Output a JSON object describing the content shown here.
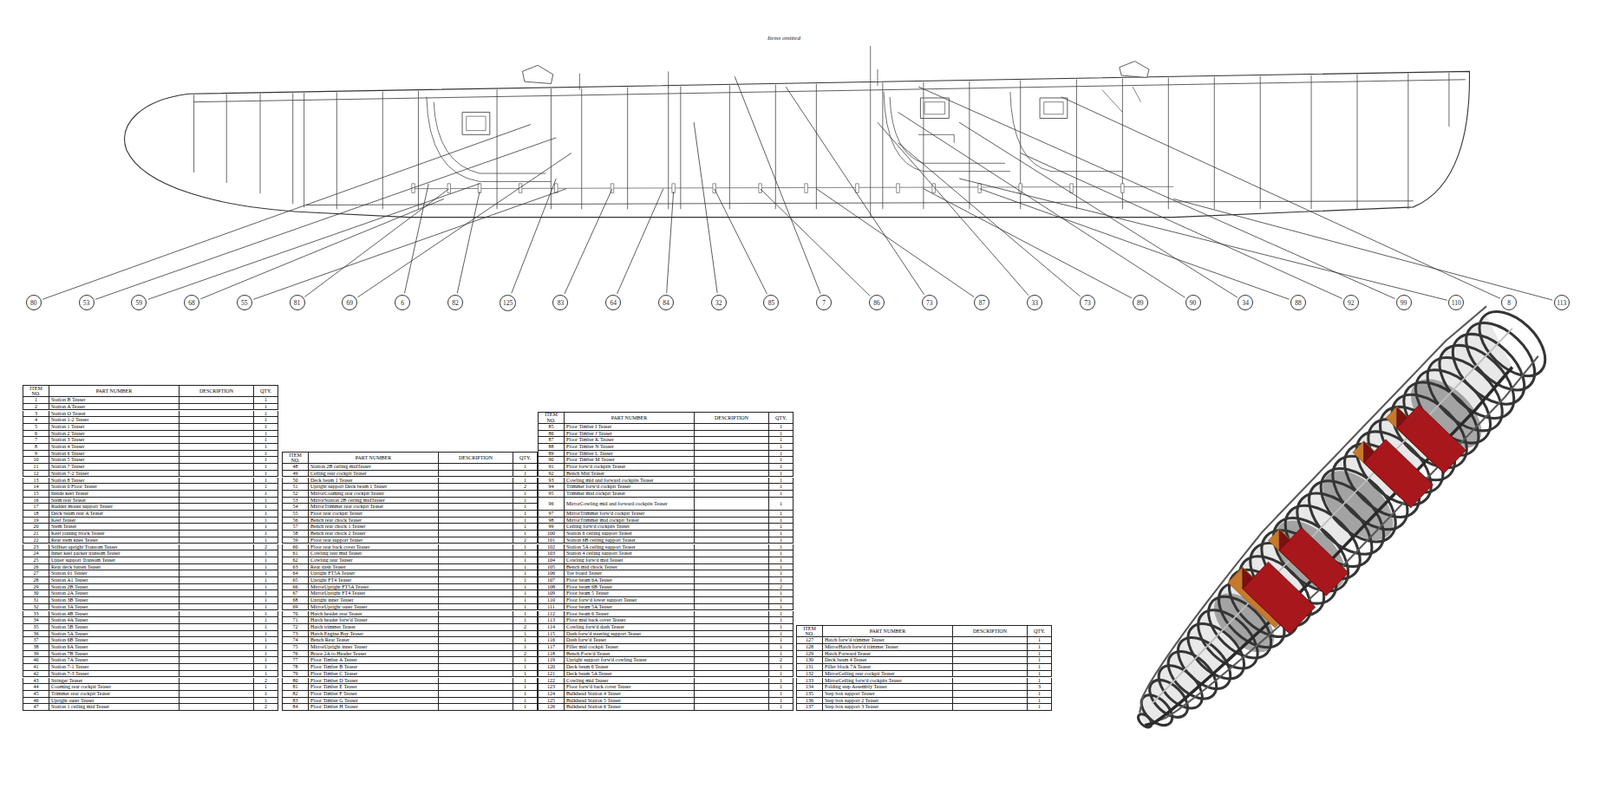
{
  "diagram": {
    "nodes": [
      {
        "text": [
          "80"
        ]
      },
      {
        "text": [
          "53"
        ]
      },
      {
        "text": [
          "59"
        ]
      },
      {
        "text": [
          "68"
        ]
      },
      {
        "text": [
          "55"
        ]
      },
      {
        "text": [
          "81"
        ]
      },
      {
        "text": [
          "69"
        ]
      },
      {
        "text": [
          "6"
        ]
      },
      {
        "text": [
          "82"
        ]
      },
      {
        "text": [
          "125"
        ]
      },
      {
        "text": [
          "83"
        ]
      },
      {
        "text": [
          "64"
        ]
      },
      {
        "text": [
          "84"
        ]
      },
      {
        "text": [
          "32"
        ]
      },
      {
        "text": [
          "85"
        ]
      },
      {
        "text": [
          "7"
        ]
      },
      {
        "text": [
          "86"
        ]
      },
      {
        "text": [
          "73"
        ]
      },
      {
        "text": [
          "87"
        ]
      },
      {
        "text": [
          "33"
        ]
      },
      {
        "text": [
          "73"
        ]
      },
      {
        "text": [
          "89"
        ]
      },
      {
        "text": [
          "90"
        ]
      },
      {
        "text": [
          "34"
        ]
      },
      {
        "text": [
          "88"
        ]
      },
      {
        "text": [
          "92"
        ]
      },
      {
        "text": [
          "99"
        ]
      },
      {
        "text": [
          "110"
        ]
      },
      {
        "text": [
          "8"
        ]
      },
      {
        "text": [
          "113"
        ]
      }
    ],
    "labels": [
      "Items omitted",
      "ITEM NO.",
      "PART NUMBER",
      "DESCRIPTION",
      "QTY.",
      "1",
      "Station B Teaser",
      "1",
      "2",
      "Station A Teaser",
      "1",
      "3",
      "Station O Teaser",
      "1",
      "4",
      "Station 1-2 Teaser",
      "1",
      "5",
      "Station 1 Teaser",
      "1",
      "6",
      "Station 2 Teaser",
      "1",
      "7",
      "Station 3 Teaser",
      "1",
      "8",
      "Station 4 Teaser",
      "1",
      "9",
      "Station 6 Teaser",
      "1",
      "10",
      "Station 5 Teaser",
      "1",
      "11",
      "Station 7 Teaser",
      "1",
      "12",
      "Station 7-2 Teaser",
      "1",
      "13",
      "Station 8 Teaser",
      "1",
      "14",
      "Station 0 Floor Teaser",
      "1",
      "15",
      "Inside keel Teaser",
      "1",
      "16",
      "Stem rear Teaser",
      "1",
      "17",
      "Rudder mount support Teaser",
      "1",
      "18",
      "Deck beam rear A Teaser",
      "1",
      "19",
      "Keel Teaser",
      "1",
      "20",
      "Stem Teaser",
      "1",
      "21",
      "Keel joining block Teaser",
      "1",
      "22",
      "Rear stem knee Teaser",
      "1",
      "23",
      "Stiffner upright Transom Teaser",
      "2",
      "24",
      "Inner keel packer transom Teaser",
      "1",
      "25",
      "Upper support Transom Teaser",
      "1",
      "26",
      "Rear deck batten Teaser",
      "1",
      "27",
      "Station 01 Teaser",
      "1",
      "28",
      "Station A1 Teaser",
      "1",
      "29",
      "Station 2B Teaser",
      "1",
      "30",
      "Station 2A Teaser",
      "1",
      "31",
      "Station 3B Teaser",
      "1",
      "32",
      "Station 3A Teaser",
      "1",
      "33",
      "Station 4B Teaser",
      "1",
      "34",
      "Station 4A Teaser",
      "1",
      "35",
      "Station 5B Teaser",
      "1",
      "36",
      "Station 5A Teaser",
      "1",
      "37",
      "Station 6B Teaser",
      "1",
      "38",
      "Station 6A Teaser",
      "1",
      "39",
      "Station 7B Teaser",
      "1",
      "40",
      "Station 7A Teaser",
      "1",
      "41",
      "Station 7-1 Teaser",
      "1",
      "42",
      "Station 7-3 Teaser",
      "1",
      "43",
      "Stringer Teaser",
      "2",
      "44",
      "Coaming rear cockpit Teaser",
      "1",
      "45",
      "Trimmer rear cockpit Teaser",
      "1",
      "46",
      "Upright outer Teaser",
      "1",
      "47",
      "Station 1 ceiling mid Teaser",
      "2",
      "ITEM NO.",
      "PART NUMBER",
      "DESCRIPTION",
      "QTY.",
      "48",
      "Station 2B ceiling midTeaser",
      "1",
      "49",
      "Ceiling rear cockpit Teaser",
      "1",
      "50",
      "Deck beam 1 Teaser",
      "1",
      "51",
      "Upright support Deck beam 1 Teaser",
      "2",
      "52",
      "MirrorCoaming rear cockpit Teaser",
      "1",
      "53",
      "MirrorStation 2B ceiling midTeaser",
      "1",
      "54",
      "MirrorTrimmer rear cockpit Teaser",
      "1",
      "55",
      "Floor rear cockpit Teaser",
      "1",
      "56",
      "Bench rear chock Teaser",
      "1",
      "57",
      "Bench rear chock 1 Teaser",
      "1",
      "58",
      "Bench rear chock 2 Teaser",
      "1",
      "59",
      "Floor rear support Teaser",
      "2",
      "60",
      "Floor rear back cover Teaser",
      "1",
      "61",
      "Cowling rear mid Teaser",
      "1",
      "62",
      "Cowling rear Teaser",
      "1",
      "63",
      "Rear dash Teaser",
      "1",
      "64",
      "Upright FT5A Teaser",
      "1",
      "65",
      "Upright FT4 Teaser",
      "1",
      "66",
      "MirrorUpright FT5A Teaser",
      "1",
      "67",
      "MirrorUpright FT4 Teaser",
      "1",
      "68",
      "Upright inner Teaser",
      "1",
      "69",
      "MirrorUpright outer Teaser",
      "1",
      "70",
      "Hatch header rear Teaser",
      "1",
      "71",
      "Hatch header forw'd Teaser",
      "1",
      "72",
      "Hatch trimmer Teaser",
      "2",
      "73",
      "Hatch Engine Bay Teaser",
      "1",
      "74",
      "Bench Rear Teaser",
      "1",
      "75",
      "MirrorUpright inner Teaser",
      "1",
      "76",
      "Brace 2A to Header Teaser",
      "2",
      "77",
      "Floor Timber A Teaser",
      "1",
      "78",
      "Floor Timber B Teaser",
      "1",
      "79",
      "Floor Timber C Teaser",
      "1",
      "80",
      "Floor Timber D Teaser",
      "1",
      "81",
      "Floor Timber E Teaser",
      "1",
      "82",
      "Floor Timber F Teaser",
      "1",
      "83",
      "Floor Timber G Teaser",
      "1",
      "84",
      "Floor Timber H Teaser",
      "1",
      "ITEM NO.",
      "PART NUMBER",
      "DESCRIPTION",
      "QTY.",
      "85",
      "Floor Timber I Teaser",
      "1",
      "86",
      "Floor Timber J Teaser",
      "1",
      "87",
      "Floor Timber K Teaser",
      "1",
      "88",
      "Floor Timber N Teaser",
      "1",
      "89",
      "Floor Timber L Teaser",
      "1",
      "90",
      "Floor Timber M Teaser",
      "1",
      "91",
      "Floor forw'd cockpits Teaser",
      "1",
      "92",
      "Bench Mid Teaser",
      "1",
      "93",
      "Cowling mid and forward cockpits Teaser",
      "1",
      "94",
      "Trimmer forw'd cockpit Teaser",
      "1",
      "95",
      "Trimmer mid cockpit Teaser",
      "1",
      "96",
      "MirrorCowling mid and forward cockpits Teaser",
      "1",
      "97",
      "MirrorTrimmer forw'd cockpit Teaser",
      "1",
      "98",
      "MirrorTrimmer mid cockpit Teaser",
      "1",
      "99",
      "Ceiling forw'd cockpits Teaser",
      "1",
      "100",
      "Station 6 ceiling support Teaser",
      "1",
      "101",
      "Station 6B ceiling support Teaser",
      "1",
      "102",
      "Station 5A ceiling support Teaser",
      "1",
      "103",
      "Station 4 ceiling support Teaser",
      "1",
      "104",
      "Cowling forw'd mid Teaser",
      "1",
      "105",
      "Bench mid chock Teaser",
      "1",
      "106",
      "Toe board Teaser",
      "1",
      "107",
      "Floor beam 6A Teaser",
      "1",
      "108",
      "Floor beam 6B Teaser",
      "2",
      "109",
      "Floor beam 5 Teaser",
      "1",
      "110",
      "Floor forw'd lower support Teaser",
      "1",
      "111",
      "Floor beam 5A Teaser",
      "1",
      "112",
      "Floor beam 6 Teaser",
      "1",
      "113",
      "Floor mid back cover Teaser",
      "1",
      "114",
      "Cowling forw'd dash Teaser",
      "1",
      "115",
      "Dash forw'd steering support Teaser",
      "1",
      "116",
      "Dash forw'd Teaser",
      "1",
      "117",
      "Filler mid cockpit Teaser",
      "1",
      "118",
      "Bench Forw'd Teaser",
      "1",
      "119",
      "Upright support forw'd cowling Teaser",
      "2",
      "120",
      "Deck beam 6 Teaser",
      "1",
      "121",
      "Deck beam 5A Teaser",
      "1",
      "122",
      "Cowling mid Teaser",
      "1",
      "123",
      "Floor forw'd back cover Teaser",
      "1",
      "124",
      "Bulkhead Station 4 Teaser",
      "1",
      "125",
      "Bulkhead Station 5 Teaser",
      "1",
      "126",
      "Bulkhead Station 6 Teaser",
      "1",
      "ITEM NO.",
      "PART NUMBER",
      "DESCRIPTION",
      "QTY.",
      "127",
      "Hatch forw'd trimmer Teaser",
      "1",
      "128",
      "MirrorHatch forw'd trimmer Teaser",
      "1",
      "129",
      "Hatch Forward Teaser",
      "1",
      "130",
      "Deck beam 4 Teaser",
      "1",
      "131",
      "Filler block 7A Teaser",
      "1",
      "132",
      "MirrorCeiling rear cockpit Teaser",
      "1",
      "133",
      "MirrorCeiling forw'd cockpits Teaser",
      "1",
      "134",
      "Folding step Assembly Teaser",
      "3",
      "135",
      "Step box support Teaser",
      "1",
      "136",
      "Step box support 2 Teaser",
      "1",
      "137",
      "Step box support 3 Teaser",
      "1"
    ]
  }
}
